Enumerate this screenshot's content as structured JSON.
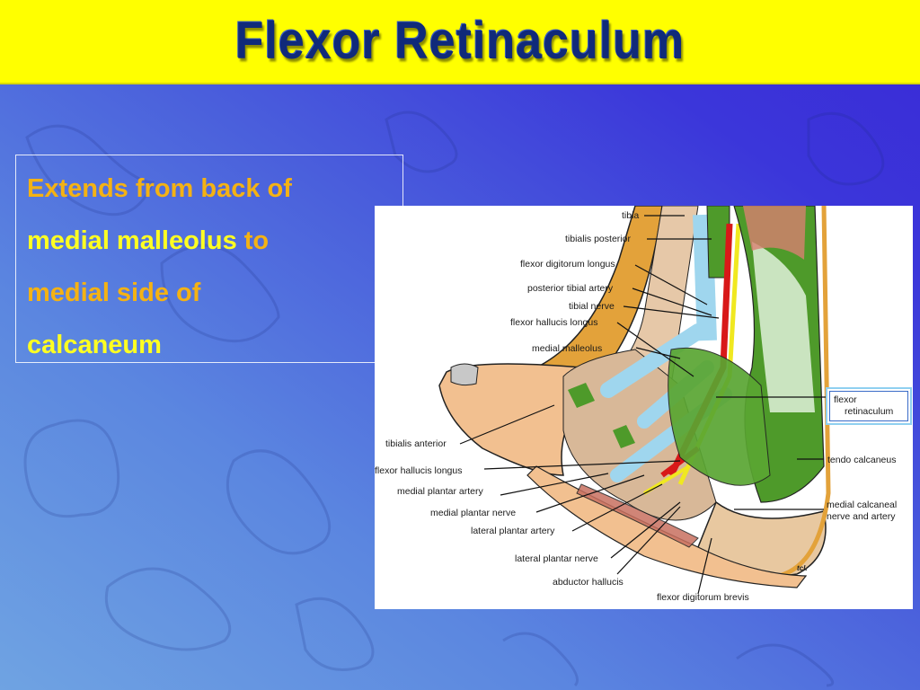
{
  "slide": {
    "title": "Flexor Retinaculum",
    "colors": {
      "title_bar_bg": "#ffff00",
      "title_text": "#102a7a",
      "text_orange": "#f4b214",
      "text_yellow": "#ffff22",
      "bg_light": "#6fa3e2",
      "bg_dark": "#3a2ad6"
    }
  },
  "body_text": {
    "line1": "Extends from back of",
    "line2_a": "medial malleolus",
    "line2_b": " to",
    "line3": "medial side of",
    "line4": "calcaneum"
  },
  "figure": {
    "labels": {
      "tibia": "tibia",
      "tibialis_posterior": "tibialis posterior",
      "flexor_digitorum_longus": "flexor digitorum longus",
      "posterior_tibial_artery": "posterior tibial artery",
      "tibial_nerve": "tibial nerve",
      "flexor_hallucis_longus_top": "flexor hallucis longus",
      "medial_malleolus": "medial malleolus",
      "tibialis_anterior": "tibialis anterior",
      "flexor_hallucis_longus_bottom": "flexor hallucis longus",
      "medial_plantar_artery": "medial plantar artery",
      "medial_plantar_nerve": "medial plantar nerve",
      "lateral_plantar_artery": "lateral plantar artery",
      "lateral_plantar_nerve": "lateral plantar nerve",
      "abductor_hallucis": "abductor hallucis",
      "flexor_digitorum_brevis": "flexor digitorum brevis",
      "tendo_calcaneus": "tendo calcaneus",
      "medial_calcaneal_1": "medial calcaneal",
      "medial_calcaneal_2": "nerve and artery",
      "callout_1": "flexor",
      "callout_2": "retinaculum",
      "signature": "tcl."
    }
  }
}
